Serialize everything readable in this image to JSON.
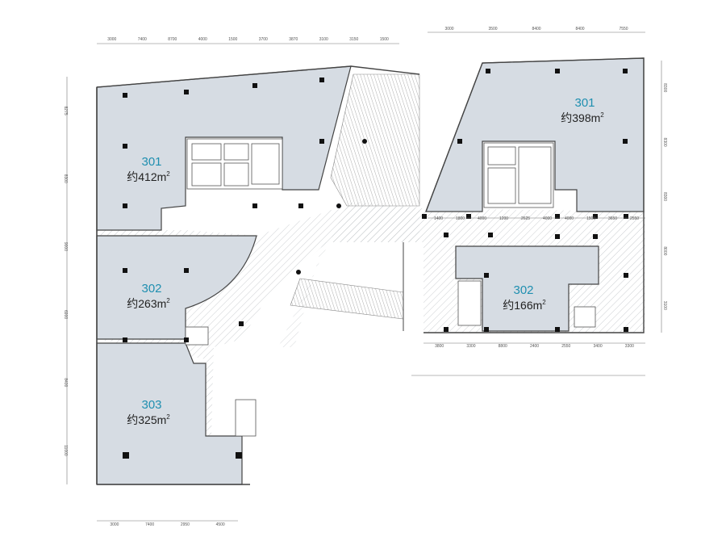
{
  "units": [
    {
      "id": "w301",
      "number": "301",
      "area_prefix": "约",
      "area_value": "412",
      "area_unit": "m",
      "area_sup": "2"
    },
    {
      "id": "w302",
      "number": "302",
      "area_prefix": "约",
      "area_value": "263",
      "area_unit": "m",
      "area_sup": "2"
    },
    {
      "id": "w303",
      "number": "303",
      "area_prefix": "约",
      "area_value": "325",
      "area_unit": "m",
      "area_sup": "2"
    },
    {
      "id": "e301",
      "number": "301",
      "area_prefix": "约",
      "area_value": "398",
      "area_unit": "m",
      "area_sup": "2"
    },
    {
      "id": "e302",
      "number": "302",
      "area_prefix": "约",
      "area_value": "166",
      "area_unit": "m",
      "area_sup": "2"
    }
  ],
  "dimensions": {
    "west_top": [
      "3000",
      "7400",
      "8700",
      "4000",
      "1500",
      "3700",
      "3870",
      "3100",
      "3150",
      "1500"
    ],
    "west_bottom": [
      "3000",
      "7400",
      "2950",
      "4500"
    ],
    "west_left": [
      "8275",
      "8300",
      "9000",
      "6900",
      "8400",
      "11000"
    ],
    "east_top": [
      "3000",
      "3500",
      "8400",
      "8400",
      "7550"
    ],
    "east_mid": [
      "1400",
      "1800",
      "4000",
      "1200",
      "2625",
      "4000",
      "4000",
      "1500",
      "3650",
      "2550"
    ],
    "east_bottom": [
      "3800",
      "3300",
      "8800",
      "2400",
      "2550",
      "3400",
      "3300"
    ],
    "east_right": [
      "8300",
      "8300",
      "8300",
      "8000",
      "3100"
    ]
  },
  "colors": {
    "unit_fill": "#d6dce3",
    "wall": "#444444",
    "column": "#111111",
    "hatch": "#9aa0a6",
    "label_blue": "#1f8fb0"
  }
}
